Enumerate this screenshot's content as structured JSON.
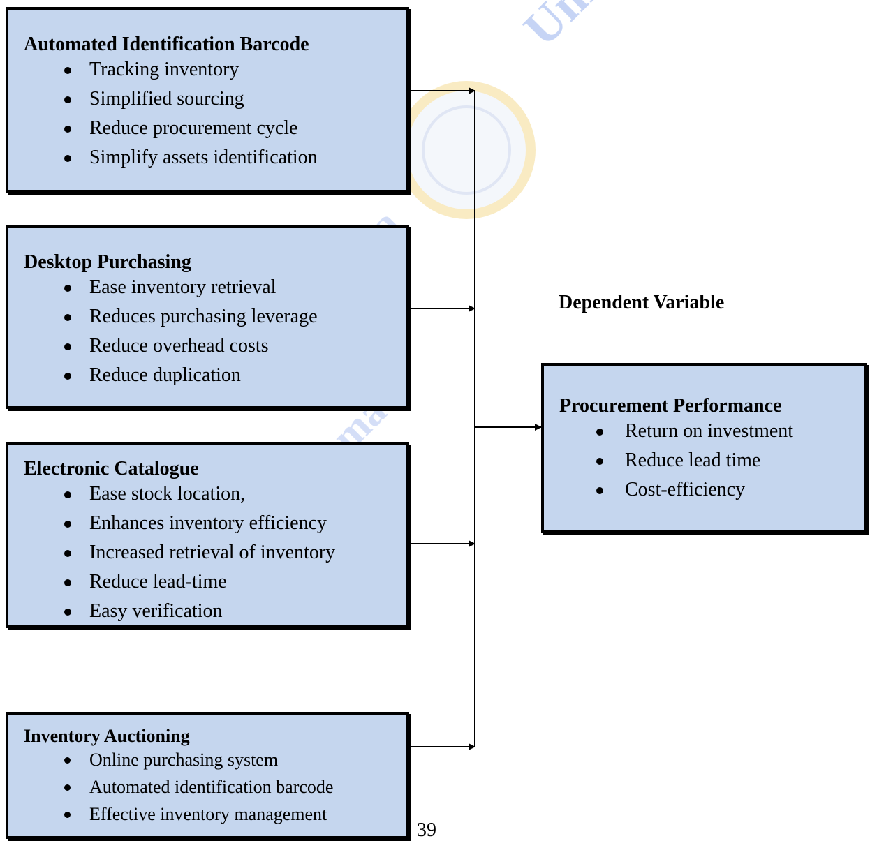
{
  "boxes": {
    "barcode": {
      "title": "Automated Identification Barcode",
      "items": [
        "Tracking inventory",
        "Simplified sourcing",
        "Reduce procurement cycle",
        "Simplify assets identification"
      ]
    },
    "desktop": {
      "title": "Desktop Purchasing",
      "items": [
        "Ease inventory retrieval",
        "Reduces purchasing leverage",
        "Reduce overhead costs",
        "Reduce duplication"
      ]
    },
    "catalogue": {
      "title": "Electronic Catalogue",
      "items": [
        "Ease stock location,",
        "Enhances inventory efficiency",
        "Increased retrieval of inventory",
        "Reduce lead-time",
        "Easy verification"
      ]
    },
    "auction": {
      "title": "Inventory Auctioning",
      "items": [
        "Online purchasing system",
        "Automated identification barcode",
        "Effective inventory management"
      ]
    },
    "performance": {
      "title": "Procurement Performance",
      "items": [
        "Return on investment",
        "Reduce lead time",
        "Cost-efficiency"
      ]
    }
  },
  "labels": {
    "dependent_variable": "Dependent Variable",
    "page_number": "39"
  },
  "colors": {
    "box_fill": "#c5d6ee",
    "border": "#000000",
    "watermark_blue": "#4a72d9",
    "watermark_gold": "#f2c94c"
  }
}
